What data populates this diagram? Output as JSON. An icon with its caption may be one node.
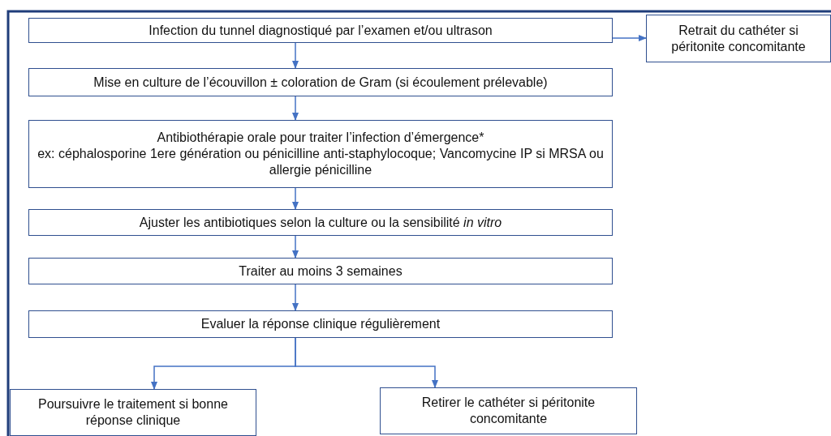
{
  "diagram": {
    "nodes": [
      {
        "text": [
          "Infection du tunnel diagnostiqué par l’examen et/ou ultrason"
        ]
      },
      {
        "text": [
          "Retrait du cathéter si péritonite concomitante"
        ]
      },
      {
        "text": [
          "Mise en culture de l’écouvillon ± coloration de Gram (si écoulement prélevable)"
        ]
      },
      {
        "text": [
          "Antibiothérapie orale pour traiter l’infection d’émergence*",
          "ex: céphalosporine 1ere génération ou pénicilline anti-staphylocoque; Vancomycine IP si MRSA ou allergie pénicilline"
        ]
      },
      {
        "text": [
          "Ajuster les antibiotiques selon la culture ou la sensibilité *in vitro*"
        ]
      },
      {
        "text": [
          "Traiter au moins 3 semaines"
        ]
      },
      {
        "text": [
          "Evaluer la réponse clinique régulièrement"
        ]
      },
      {
        "text": [
          "Poursuivre le traitement si bonne réponse clinique"
        ]
      },
      {
        "text": [
          "Retirer le cathéter si péritonite concomitante"
        ]
      }
    ],
    "edges": [
      {
        "from": 0,
        "to": 1,
        "arrow": "to"
      },
      {
        "from": 0,
        "to": 2,
        "arrow": "to"
      },
      {
        "from": 2,
        "to": 3,
        "arrow": "to"
      },
      {
        "from": 3,
        "to": 4,
        "arrow": "to"
      },
      {
        "from": 4,
        "to": 5,
        "arrow": "to"
      },
      {
        "from": 5,
        "to": 6,
        "arrow": "to"
      },
      {
        "from": 6,
        "to": 7,
        "arrow": "to"
      },
      {
        "from": 6,
        "to": 8,
        "arrow": "to"
      }
    ]
  }
}
